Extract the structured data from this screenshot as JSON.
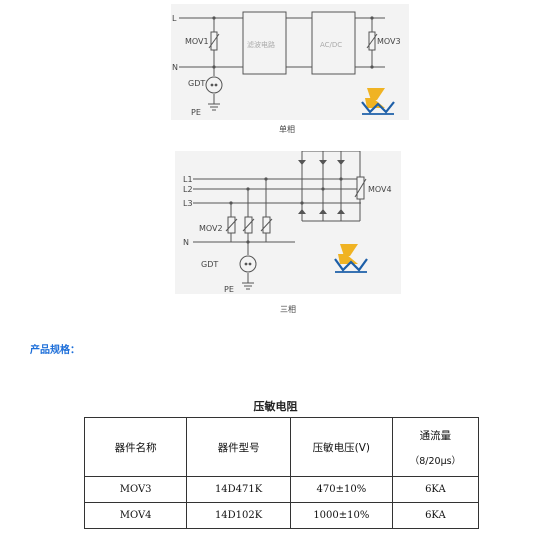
{
  "diagram_single": {
    "labels": {
      "L": "L",
      "N": "N",
      "PE": "PE",
      "GDT": "GDT",
      "MOV1": "MOV1",
      "MOV3": "MOV3",
      "filter": "滤波电路",
      "acdc": "AC/DC"
    },
    "caption": "单相"
  },
  "diagram_three": {
    "labels": {
      "L1": "L1",
      "L2": "L2",
      "L3": "L3",
      "N": "N",
      "PE": "PE",
      "GDT": "GDT",
      "MOV2": "MOV2",
      "MOV4": "MOV4"
    },
    "caption": "三相"
  },
  "section": {
    "heading": "产品规格："
  },
  "table": {
    "title": "压敏电阻",
    "headers": [
      "器件名称",
      "器件型号",
      "压敏电压(V)",
      "通流量"
    ],
    "header_sub": "（8/20μs）",
    "rows": [
      [
        "MOV3",
        "14D471K",
        "470±10%",
        "6KA"
      ],
      [
        "MOV4",
        "14D102K",
        "1000±10%",
        "6KA"
      ]
    ]
  },
  "colors": {
    "accent": "#1e6fd9",
    "logo_yellow": "#f0b323",
    "logo_blue": "#1d5fa8"
  }
}
